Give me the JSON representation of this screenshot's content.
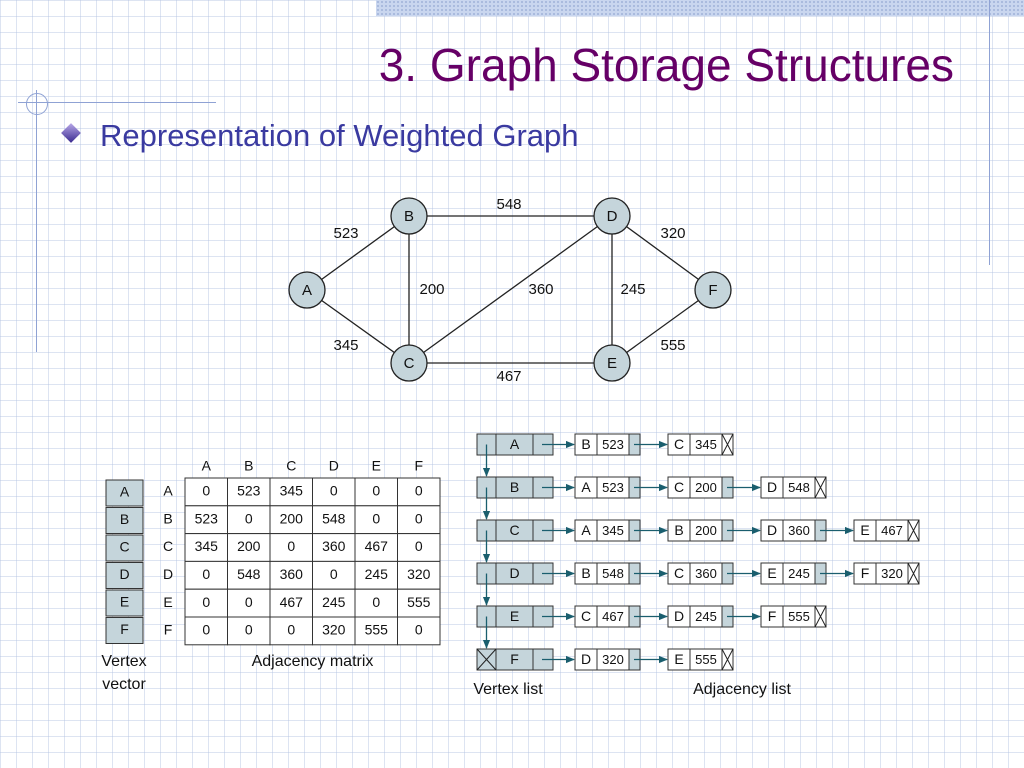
{
  "slide": {
    "title": "3. Graph Storage Structures",
    "bullet": "Representation of Weighted Graph"
  },
  "graph": {
    "nodes": [
      "A",
      "B",
      "C",
      "D",
      "E",
      "F"
    ],
    "edges": [
      {
        "from": "A",
        "to": "B",
        "weight": "523"
      },
      {
        "from": "A",
        "to": "C",
        "weight": "345"
      },
      {
        "from": "B",
        "to": "C",
        "weight": "200"
      },
      {
        "from": "B",
        "to": "D",
        "weight": "548"
      },
      {
        "from": "C",
        "to": "D",
        "weight": "360"
      },
      {
        "from": "C",
        "to": "E",
        "weight": "467"
      },
      {
        "from": "D",
        "to": "E",
        "weight": "245"
      },
      {
        "from": "D",
        "to": "F",
        "weight": "320"
      },
      {
        "from": "E",
        "to": "F",
        "weight": "555"
      }
    ]
  },
  "vertex_vector": {
    "items": [
      "A",
      "B",
      "C",
      "D",
      "E",
      "F"
    ],
    "caption_line1": "Vertex",
    "caption_line2": "vector"
  },
  "adjacency_matrix": {
    "col_headers": [
      "A",
      "B",
      "C",
      "D",
      "E",
      "F"
    ],
    "row_headers": [
      "A",
      "B",
      "C",
      "D",
      "E",
      "F"
    ],
    "rows": [
      [
        "0",
        "523",
        "345",
        "0",
        "0",
        "0"
      ],
      [
        "523",
        "0",
        "200",
        "548",
        "0",
        "0"
      ],
      [
        "345",
        "200",
        "0",
        "360",
        "467",
        "0"
      ],
      [
        "0",
        "548",
        "360",
        "0",
        "245",
        "320"
      ],
      [
        "0",
        "0",
        "467",
        "245",
        "0",
        "555"
      ],
      [
        "0",
        "0",
        "0",
        "320",
        "555",
        "0"
      ]
    ],
    "caption": "Adjacency matrix"
  },
  "vertex_list": {
    "items": [
      "A",
      "B",
      "C",
      "D",
      "E",
      "F"
    ],
    "caption": "Vertex list"
  },
  "adjacency_list": {
    "rows": [
      [
        {
          "v": "B",
          "w": "523"
        },
        {
          "v": "C",
          "w": "345"
        }
      ],
      [
        {
          "v": "A",
          "w": "523"
        },
        {
          "v": "C",
          "w": "200"
        },
        {
          "v": "D",
          "w": "548"
        }
      ],
      [
        {
          "v": "A",
          "w": "345"
        },
        {
          "v": "B",
          "w": "200"
        },
        {
          "v": "D",
          "w": "360"
        },
        {
          "v": "E",
          "w": "467"
        }
      ],
      [
        {
          "v": "B",
          "w": "548"
        },
        {
          "v": "C",
          "w": "360"
        },
        {
          "v": "E",
          "w": "245"
        },
        {
          "v": "F",
          "w": "320"
        }
      ],
      [
        {
          "v": "C",
          "w": "467"
        },
        {
          "v": "D",
          "w": "245"
        },
        {
          "v": "F",
          "w": "555"
        }
      ],
      [
        {
          "v": "D",
          "w": "320"
        },
        {
          "v": "E",
          "w": "555"
        }
      ]
    ],
    "caption": "Adjacency list"
  },
  "colors": {
    "title": "#660066",
    "bullet_text": "#3a3aa0",
    "node_fill": "#c5d5db",
    "cell_fill": "#c5d5db",
    "arrow": "#1a5e6e"
  }
}
